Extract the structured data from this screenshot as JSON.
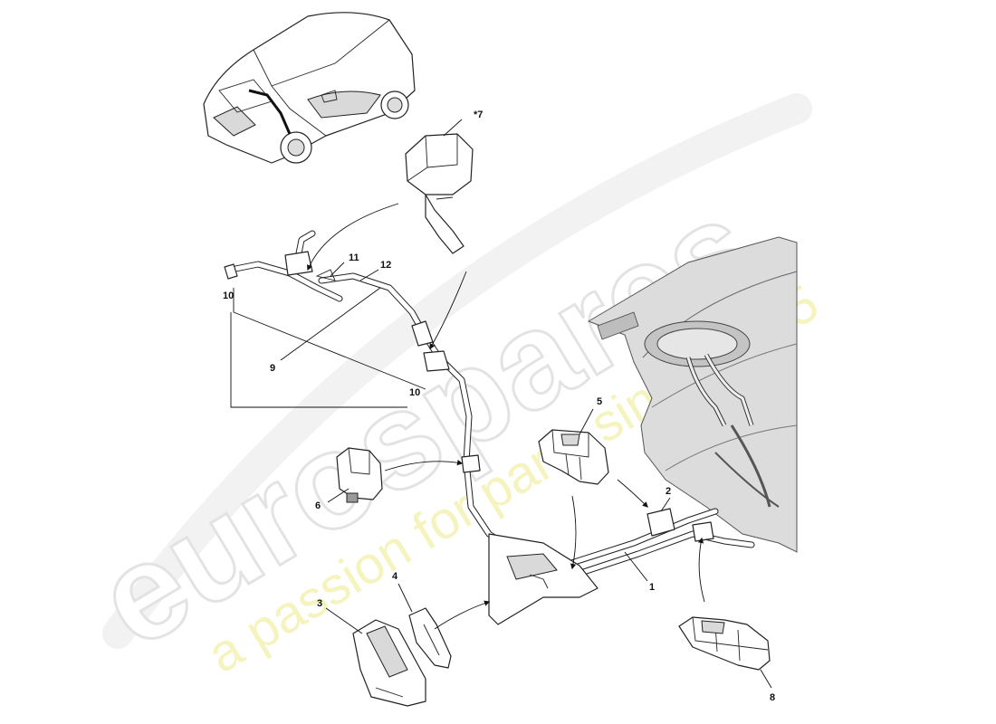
{
  "watermark": {
    "brand": "eurospares",
    "tagline": "a passion for parts since 1985"
  },
  "callouts": {
    "c1": "1",
    "c2": "2",
    "c3": "3",
    "c4": "4",
    "c5": "5",
    "c6": "6",
    "c7": "*7",
    "c8": "8",
    "c9": "9",
    "c10a": "10",
    "c10b": "10",
    "c11": "11",
    "c12": "12"
  },
  "colors": {
    "watermark_brand": "#e6e6e6",
    "watermark_tagline": "#f3f0a8",
    "line": "#222222",
    "tank_fill": "#dcdcdc"
  }
}
